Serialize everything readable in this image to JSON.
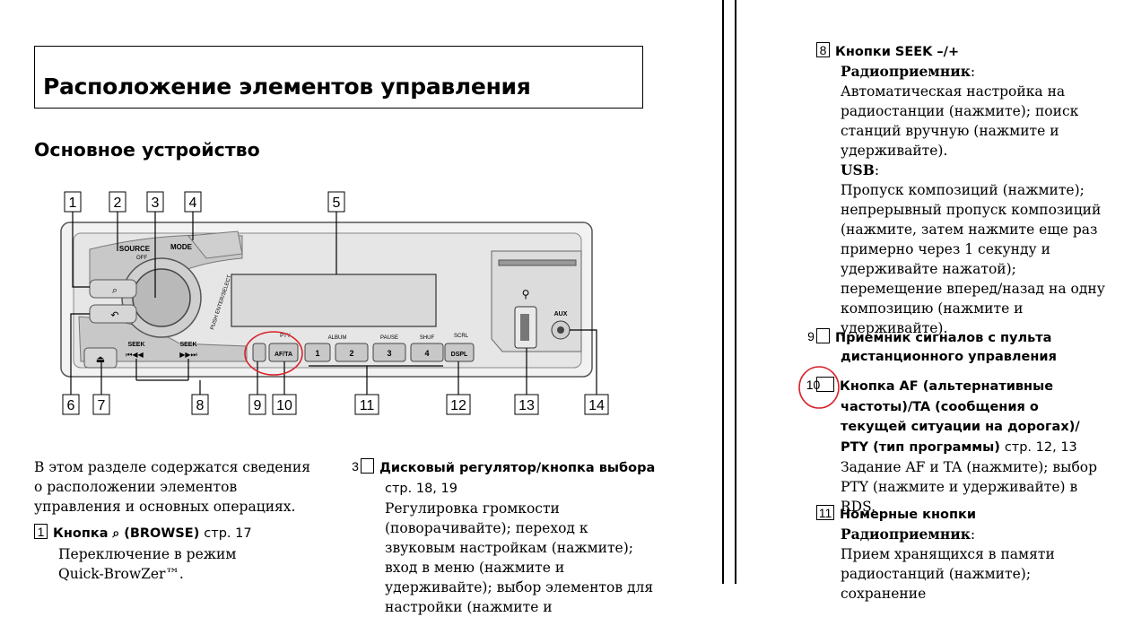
{
  "title": "Расположение элементов управления",
  "subtitle": "Основное устройство",
  "diagram": {
    "callouts": [
      "1",
      "2",
      "3",
      "4",
      "5",
      "6",
      "7",
      "8",
      "9",
      "10",
      "11",
      "12",
      "13",
      "14"
    ],
    "labels": {
      "source": "SOURCE",
      "off": "OFF",
      "mode": "MODE",
      "push": "PUSH ENTER/SELECT",
      "seek_minus": "SEEK",
      "seek_plus": "SEEK",
      "pty": "PTY",
      "af_ta": "AF/TA",
      "album": "ALBUM",
      "pause": "PAUSE",
      "shuf": "SHUF",
      "scrl": "SCRL",
      "dspl": "DSPL",
      "aux": "AUX",
      "btn1": "1",
      "btn2": "2",
      "btn3": "3",
      "btn4": "4"
    }
  },
  "left": {
    "intro": "В этом разделе содержатся сведения о расположении элементов управления и основных операциях.",
    "item1": {
      "num": "1",
      "head_pre": "Кнопка",
      "head_post": "(BROWSE)",
      "page": "стр. 17",
      "body": "Переключение в режим Quick-BrowZer™."
    }
  },
  "mid": {
    "item3": {
      "num": "3",
      "head": "Дисковый регулятор/кнопка выбора",
      "page": "стр. 18, 19",
      "body": "Регулировка громкости (поворачивайте); переход к звуковым настройкам (нажмите); вход в меню (нажмите и удерживайте); выбор элементов для настройки (нажмите и"
    }
  },
  "right": {
    "item8": {
      "num": "8",
      "head": "Кнопки SEEK –/+",
      "sub1": "Радиоприемник",
      "body1": "Автоматическая настройка на радиостанции (нажмите); поиск станций вручную (нажмите и удерживайте).",
      "sub2": "USB",
      "body2": "Пропуск композиций (нажмите); непрерывный пропуск композиций (нажмите, затем нажмите еще раз примерно через 1 секунду и удерживайте нажатой); перемещение вперед/назад на одну композицию (нажмите и удерживайте)."
    },
    "item9": {
      "num": "9",
      "head": "Приемник сигналов с пульта дистанционного управления"
    },
    "item10": {
      "num": "10",
      "head": "Кнопка AF (альтернативные частоты)/TA (сообщения о текущей ситуации на дорогах)/ PTY (тип программы)",
      "page": "стр. 12, 13",
      "body": "Задание AF и TA (нажмите); выбор PTY (нажмите и удерживайте) в RDS."
    },
    "item11": {
      "num": "11",
      "head": "Номерные кнопки",
      "sub1": "Радиоприемник",
      "body1": "Прием хранящихся в памяти радиостанций (нажмите); сохранение"
    }
  },
  "colors": {
    "highlight_circle": "#d8232a",
    "panel": "#e9e9e9",
    "panel_dark": "#b8b8b8"
  }
}
